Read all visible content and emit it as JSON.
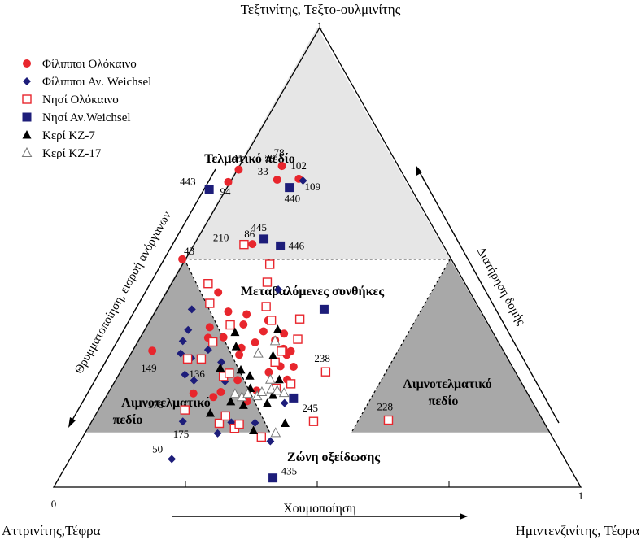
{
  "chart_data": {
    "type": "scatter",
    "subtype": "ternary",
    "vertices": {
      "top": "Τεξτινίτης, Τεξτο-ουλμινίτης",
      "bottom_left": "Αττρινίτης,Τέφρα",
      "bottom_right": "Ημιντενζινίτης, Τέφρα"
    },
    "vertex_values": {
      "top": "1",
      "bottom_left": "0",
      "bottom_right": "1"
    },
    "zones": {
      "telmatic": "Τελματικό πεδίο",
      "variable": "Μεταβαλόμενες συνθήκες",
      "limno_left_1": "Λιμνοτελματικό",
      "limno_left_2": "πεδίο",
      "limno_right_1": "Λιμνοτελματικό",
      "limno_right_2": "πεδίο",
      "oxidation": "Ζώνη οξείδωσης"
    },
    "axis_arrows": {
      "left": "Θρυμματοποίηση, εισροή ανόργανων",
      "right": "Διατήρηση δομής",
      "bottom": "Χουμοποίηση"
    },
    "grid": false,
    "legend_position": "top-left",
    "legend": [
      {
        "name": "Φίλιπποι Ολόκαινο",
        "marker": "circle",
        "color": "#e8262d"
      },
      {
        "name": "Φίλιπποι Αν. Weichsel",
        "marker": "diamond",
        "color": "#1d1d7a"
      },
      {
        "name": "Νησί Ολόκαινο",
        "marker": "square-open",
        "color": "#e8262d"
      },
      {
        "name": "Νησί Αν.Weichsel",
        "marker": "square",
        "color": "#1d1d7a"
      },
      {
        "name": "Κερί ΚΖ-7",
        "marker": "triangle",
        "color": "#000000"
      },
      {
        "name": "Κερί ΚΖ-17",
        "marker": "triangle-open",
        "color": "#777777"
      }
    ],
    "series": [
      {
        "name": "Φίλιπποι Ολόκαινο",
        "points": [
          {
            "x": 0.244,
            "y": 0.496,
            "label": "43"
          },
          {
            "x": 0.331,
            "y": 0.664,
            "label": "94"
          },
          {
            "x": 0.351,
            "y": 0.691,
            "label": "141"
          },
          {
            "x": 0.377,
            "y": 0.529,
            "label": "86"
          },
          {
            "x": 0.424,
            "y": 0.669,
            "label": "33"
          },
          {
            "x": 0.433,
            "y": 0.699,
            "label": "78"
          },
          {
            "x": 0.465,
            "y": 0.671,
            "label": "102"
          },
          {
            "x": 0.187,
            "y": 0.297,
            "label": "149"
          },
          {
            "x": 0.265,
            "y": 0.204,
            "label": ""
          },
          {
            "x": 0.312,
            "y": 0.424,
            "label": ""
          },
          {
            "x": 0.331,
            "y": 0.382,
            "label": ""
          },
          {
            "x": 0.36,
            "y": 0.354,
            "label": ""
          },
          {
            "x": 0.366,
            "y": 0.376,
            "label": ""
          },
          {
            "x": 0.296,
            "y": 0.348,
            "label": ""
          },
          {
            "x": 0.293,
            "y": 0.325,
            "label": ""
          },
          {
            "x": 0.322,
            "y": 0.326,
            "label": ""
          },
          {
            "x": 0.356,
            "y": 0.303,
            "label": ""
          },
          {
            "x": 0.382,
            "y": 0.315,
            "label": ""
          },
          {
            "x": 0.398,
            "y": 0.339,
            "label": ""
          },
          {
            "x": 0.407,
            "y": 0.363,
            "label": ""
          },
          {
            "x": 0.437,
            "y": 0.334,
            "label": ""
          },
          {
            "x": 0.436,
            "y": 0.301,
            "label": ""
          },
          {
            "x": 0.442,
            "y": 0.288,
            "label": ""
          },
          {
            "x": 0.408,
            "y": 0.25,
            "label": ""
          },
          {
            "x": 0.385,
            "y": 0.21,
            "label": ""
          },
          {
            "x": 0.349,
            "y": 0.233,
            "label": ""
          },
          {
            "x": 0.352,
            "y": 0.288,
            "label": ""
          },
          {
            "x": 0.317,
            "y": 0.207,
            "label": ""
          },
          {
            "x": 0.303,
            "y": 0.196,
            "label": ""
          },
          {
            "x": 0.367,
            "y": 0.187,
            "label": ""
          },
          {
            "x": 0.43,
            "y": 0.263,
            "label": ""
          },
          {
            "x": 0.455,
            "y": 0.262,
            "label": ""
          },
          {
            "x": 0.443,
            "y": 0.234,
            "label": ""
          },
          {
            "x": 0.42,
            "y": 0.32,
            "label": ""
          },
          {
            "x": 0.45,
            "y": 0.296,
            "label": ""
          }
        ]
      },
      {
        "name": "Φίλιπποι Αν. Weichsel",
        "points": [
          {
            "x": 0.473,
            "y": 0.667,
            "label": "109"
          },
          {
            "x": 0.262,
            "y": 0.387,
            "label": ""
          },
          {
            "x": 0.255,
            "y": 0.342,
            "label": ""
          },
          {
            "x": 0.245,
            "y": 0.318,
            "label": ""
          },
          {
            "x": 0.241,
            "y": 0.291,
            "label": ""
          },
          {
            "x": 0.249,
            "y": 0.245,
            "label": ""
          },
          {
            "x": 0.266,
            "y": 0.232,
            "label": "136"
          },
          {
            "x": 0.261,
            "y": 0.281,
            "label": ""
          },
          {
            "x": 0.293,
            "y": 0.299,
            "label": ""
          },
          {
            "x": 0.245,
            "y": 0.143,
            "label": "175"
          },
          {
            "x": 0.224,
            "y": 0.061,
            "label": "50"
          },
          {
            "x": 0.318,
            "y": 0.272,
            "label": ""
          },
          {
            "x": 0.325,
            "y": 0.23,
            "label": ""
          },
          {
            "x": 0.337,
            "y": 0.141,
            "label": ""
          },
          {
            "x": 0.311,
            "y": 0.117,
            "label": ""
          },
          {
            "x": 0.426,
            "y": 0.43,
            "label": ""
          },
          {
            "x": 0.382,
            "y": 0.14,
            "label": ""
          },
          {
            "x": 0.411,
            "y": 0.1,
            "label": ""
          },
          {
            "x": 0.438,
            "y": 0.183,
            "label": ""
          }
        ]
      },
      {
        "name": "Νησί Ολόκαινο",
        "points": [
          {
            "x": 0.361,
            "y": 0.528,
            "label": "210"
          },
          {
            "x": 0.41,
            "y": 0.485,
            "label": ""
          },
          {
            "x": 0.293,
            "y": 0.443,
            "label": ""
          },
          {
            "x": 0.296,
            "y": 0.4,
            "label": ""
          },
          {
            "x": 0.335,
            "y": 0.353,
            "label": ""
          },
          {
            "x": 0.405,
            "y": 0.446,
            "label": ""
          },
          {
            "x": 0.403,
            "y": 0.393,
            "label": ""
          },
          {
            "x": 0.413,
            "y": 0.363,
            "label": ""
          },
          {
            "x": 0.467,
            "y": 0.366,
            "label": ""
          },
          {
            "x": 0.463,
            "y": 0.322,
            "label": ""
          },
          {
            "x": 0.302,
            "y": 0.316,
            "label": ""
          },
          {
            "x": 0.254,
            "y": 0.279,
            "label": ""
          },
          {
            "x": 0.28,
            "y": 0.279,
            "label": ""
          },
          {
            "x": 0.249,
            "y": 0.168,
            "label": "176"
          },
          {
            "x": 0.322,
            "y": 0.241,
            "label": ""
          },
          {
            "x": 0.333,
            "y": 0.248,
            "label": ""
          },
          {
            "x": 0.314,
            "y": 0.139,
            "label": ""
          },
          {
            "x": 0.326,
            "y": 0.155,
            "label": ""
          },
          {
            "x": 0.343,
            "y": 0.128,
            "label": ""
          },
          {
            "x": 0.352,
            "y": 0.137,
            "label": ""
          },
          {
            "x": 0.394,
            "y": 0.109,
            "label": ""
          },
          {
            "x": 0.432,
            "y": 0.296,
            "label": ""
          },
          {
            "x": 0.42,
            "y": 0.272,
            "label": ""
          },
          {
            "x": 0.422,
            "y": 0.215,
            "label": ""
          },
          {
            "x": 0.45,
            "y": 0.225,
            "label": ""
          },
          {
            "x": 0.493,
            "y": 0.143,
            "label": "245"
          },
          {
            "x": 0.516,
            "y": 0.251,
            "label": "238"
          },
          {
            "x": 0.635,
            "y": 0.146,
            "label": "228"
          }
        ]
      },
      {
        "name": "Νησί Αν.Weichsel",
        "points": [
          {
            "x": 0.295,
            "y": 0.647,
            "label": "443"
          },
          {
            "x": 0.447,
            "y": 0.652,
            "label": "440"
          },
          {
            "x": 0.399,
            "y": 0.54,
            "label": "445"
          },
          {
            "x": 0.43,
            "y": 0.525,
            "label": "446"
          },
          {
            "x": 0.513,
            "y": 0.387,
            "label": ""
          },
          {
            "x": 0.455,
            "y": 0.194,
            "label": ""
          },
          {
            "x": 0.416,
            "y": 0.02,
            "label": "435"
          }
        ]
      },
      {
        "name": "Κερί ΚΖ-7",
        "points": [
          {
            "x": 0.344,
            "y": 0.337,
            "label": ""
          },
          {
            "x": 0.346,
            "y": 0.306,
            "label": ""
          },
          {
            "x": 0.316,
            "y": 0.259,
            "label": ""
          },
          {
            "x": 0.355,
            "y": 0.255,
            "label": ""
          },
          {
            "x": 0.372,
            "y": 0.242,
            "label": ""
          },
          {
            "x": 0.416,
            "y": 0.286,
            "label": ""
          },
          {
            "x": 0.373,
            "y": 0.215,
            "label": ""
          },
          {
            "x": 0.297,
            "y": 0.161,
            "label": ""
          },
          {
            "x": 0.36,
            "y": 0.178,
            "label": ""
          },
          {
            "x": 0.379,
            "y": 0.123,
            "label": ""
          },
          {
            "x": 0.405,
            "y": 0.182,
            "label": ""
          },
          {
            "x": 0.416,
            "y": 0.2,
            "label": ""
          },
          {
            "x": 0.428,
            "y": 0.234,
            "label": ""
          },
          {
            "x": 0.439,
            "y": 0.139,
            "label": ""
          },
          {
            "x": 0.425,
            "y": 0.343,
            "label": ""
          },
          {
            "x": 0.336,
            "y": 0.186,
            "label": ""
          }
        ]
      },
      {
        "name": "Κερί ΚΖ-17",
        "points": [
          {
            "x": 0.388,
            "y": 0.291,
            "label": ""
          },
          {
            "x": 0.42,
            "y": 0.318,
            "label": ""
          },
          {
            "x": 0.344,
            "y": 0.203,
            "label": ""
          },
          {
            "x": 0.357,
            "y": 0.196,
            "label": ""
          },
          {
            "x": 0.368,
            "y": 0.203,
            "label": ""
          },
          {
            "x": 0.386,
            "y": 0.198,
            "label": ""
          },
          {
            "x": 0.395,
            "y": 0.207,
            "label": ""
          },
          {
            "x": 0.413,
            "y": 0.213,
            "label": ""
          },
          {
            "x": 0.424,
            "y": 0.21,
            "label": ""
          },
          {
            "x": 0.437,
            "y": 0.205,
            "label": ""
          },
          {
            "x": 0.411,
            "y": 0.234,
            "label": ""
          },
          {
            "x": 0.421,
            "y": 0.118,
            "label": ""
          }
        ]
      }
    ]
  }
}
